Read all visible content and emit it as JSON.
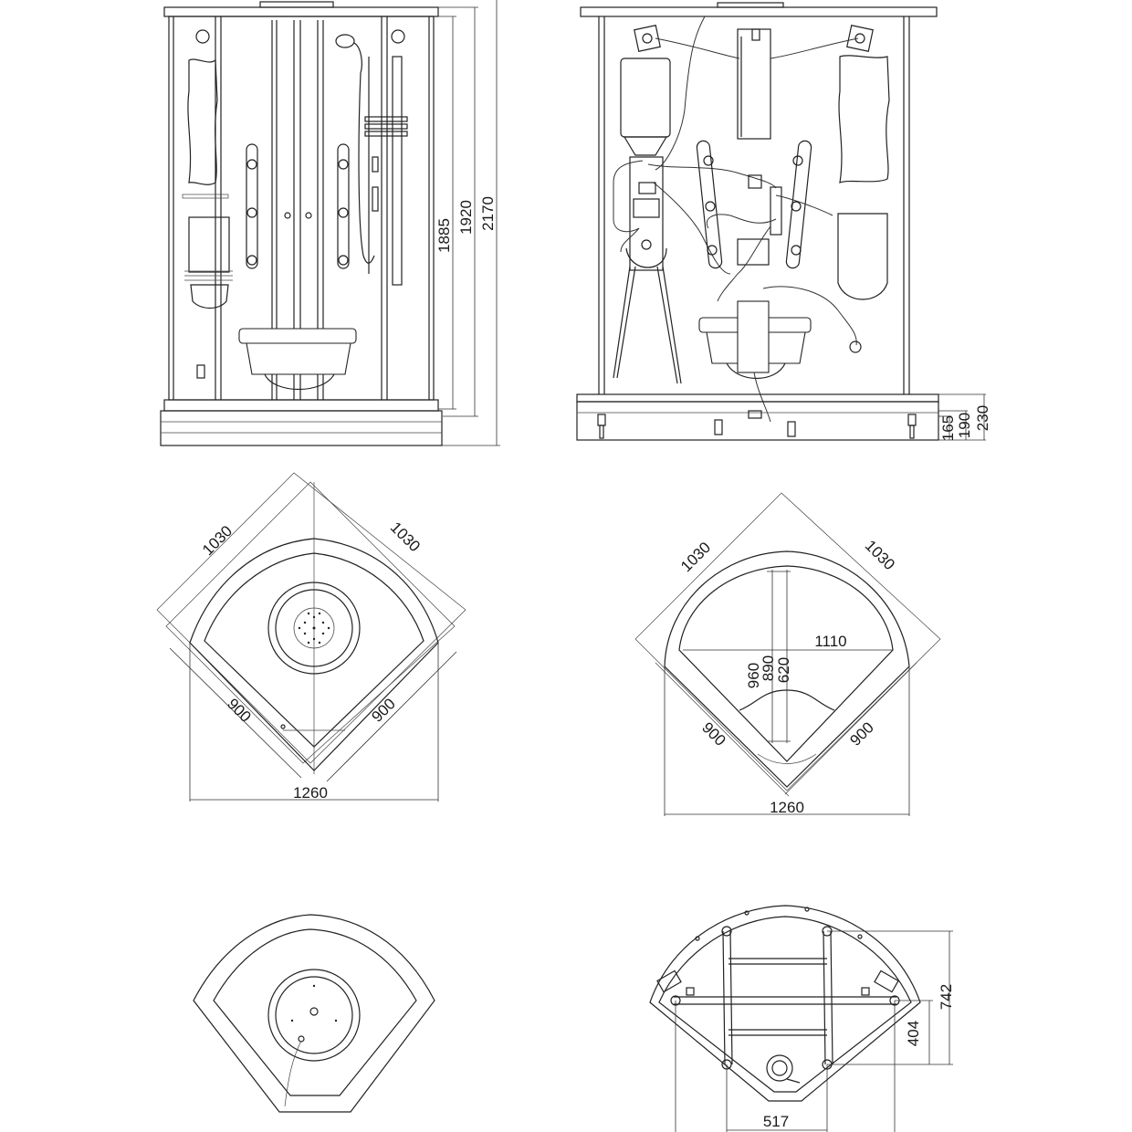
{
  "colors": {
    "line": "#222222",
    "background": "#ffffff"
  },
  "front_view": {
    "dims": {
      "h1": "1885",
      "h2": "1920",
      "h3": "2170"
    }
  },
  "back_view": {
    "dims": {
      "d1": "165",
      "d2": "190",
      "d3": "230"
    }
  },
  "top_view_left": {
    "dims": {
      "side_a": "1030",
      "side_b": "1030",
      "leg_a": "900",
      "leg_b": "900",
      "width": "1260"
    }
  },
  "top_view_right": {
    "dims": {
      "side_a": "1030",
      "side_b": "1030",
      "chord": "1110",
      "depth1": "960",
      "depth2": "890",
      "depth3": "620",
      "leg_a": "900",
      "leg_b": "900",
      "width": "1260"
    }
  },
  "tray_plan": {},
  "frame_plan": {
    "dims": {
      "height_total": "742",
      "height_inner": "404",
      "width": "517"
    }
  }
}
